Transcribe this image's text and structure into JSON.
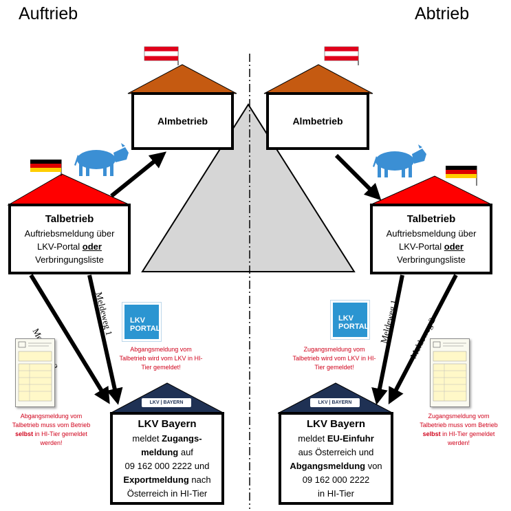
{
  "titles": {
    "left": "Auftrieb",
    "right": "Abtrieb"
  },
  "alm_left": {
    "name": "Almbetrieb"
  },
  "alm_right": {
    "name": "Almbetrieb"
  },
  "tal_left": {
    "name": "Talbetrieb",
    "line1": "Auftriebsmeldung über",
    "line2a": "LKV-Portal ",
    "line2b": "oder",
    "line3": "Verbringungsliste"
  },
  "tal_right": {
    "name": "Talbetrieb",
    "line1": "Auftriebsmeldung über",
    "line2a": "LKV-Portal ",
    "line2b": "oder",
    "line3": "Verbringungsliste"
  },
  "routes": {
    "left_1": "Meldeweg 1",
    "left_2": "Meldeweg 2",
    "right_1": "Meldeweg 1",
    "right_2": "Meldeweg 2"
  },
  "portal_logo": {
    "line1": "LKV",
    "line2": "PORTAL"
  },
  "roof_logo": {
    "text": "LKV | BAYERN"
  },
  "notes": {
    "left_portal": "Abgangsmeldung vom Talbetrieb wird vom LKV in HI-Tier gemeldet!",
    "left_form_a": "Abgangsmeldung vom Talbetrieb muss vom Betrieb ",
    "left_form_b": "selbst",
    "left_form_c": " in HI-Tier gemeldet werden!",
    "right_portal": "Zugangsmeldung vom Talbetrieb wird vom LKV in HI-Tier gemeldet!",
    "right_form_a": "Zugangsmeldung vom Talbetrieb muss vom Betrieb ",
    "right_form_b": "selbst",
    "right_form_c": " in HI-Tier gemeldet werden!"
  },
  "lkv_left": {
    "name": "LKV Bayern",
    "l1a": "meldet ",
    "l1b": "Zugangs-",
    "l2a": "meldung",
    "l2b": " auf",
    "l3": "09 162 000 2222 und",
    "l4a": "Exportmeldung",
    "l4b": " nach",
    "l5": "Österreich in HI-Tier"
  },
  "lkv_right": {
    "name": "LKV Bayern",
    "l1a": "meldet ",
    "l1b": "EU-Einfuhr",
    "l2": "aus Österreich und",
    "l3a": "Abgangsmeldung",
    "l3b": " von",
    "l4": "09 162 000 2222",
    "l5": "in HI-Tier"
  },
  "colors": {
    "alm_roof": "#c55a11",
    "tal_roof": "#ff0000",
    "lkv_roof": "#1f3154",
    "cow": "#3b8fd4",
    "mountain": "#d6d6d6",
    "note_red": "#d0021b"
  }
}
